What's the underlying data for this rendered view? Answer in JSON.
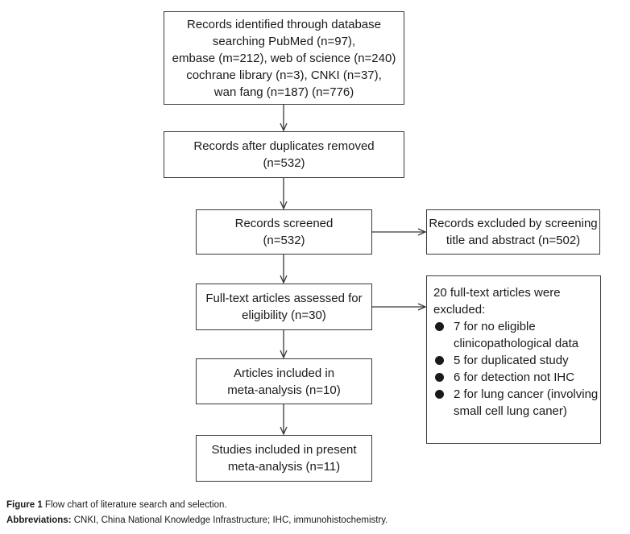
{
  "flowchart": {
    "box1": [
      "Records identified through database",
      "searching PubMed (n=97),",
      "embase (m=212), web of science (n=240)",
      "cochrane library (n=3), CNKI (n=37),",
      "wan fang (n=187) (n=776)"
    ],
    "box2": [
      "Records after duplicates removed",
      "(n=532)"
    ],
    "box3": [
      "Records screened",
      "(n=532)"
    ],
    "box4": [
      "Full-text articles assessed for",
      "eligibility (n=30)"
    ],
    "box5": [
      "Articles included in",
      "meta-analysis (n=10)"
    ],
    "box6": [
      "Studies included in present",
      "meta-analysis (n=11)"
    ],
    "excluded_screening": [
      "Records excluded by screening",
      "title and abstract (n=502)"
    ],
    "excluded_fulltext": {
      "header": [
        "20 full-text articles were",
        "excluded:"
      ],
      "items": [
        [
          "7 for no eligible",
          "clinicopathological data"
        ],
        [
          "5 for duplicated study"
        ],
        [
          "6 for detection not IHC"
        ],
        [
          "2 for lung cancer (involving",
          "small cell lung caner)"
        ]
      ]
    }
  },
  "caption": {
    "figure_label": "Figure 1",
    "figure_text": " Flow chart of literature search and selection.",
    "abbrev_label": "Abbreviations:",
    "abbrev_text": " CNKI, China National Knowledge Infrastructure; IHC, immunohistochemistry."
  }
}
